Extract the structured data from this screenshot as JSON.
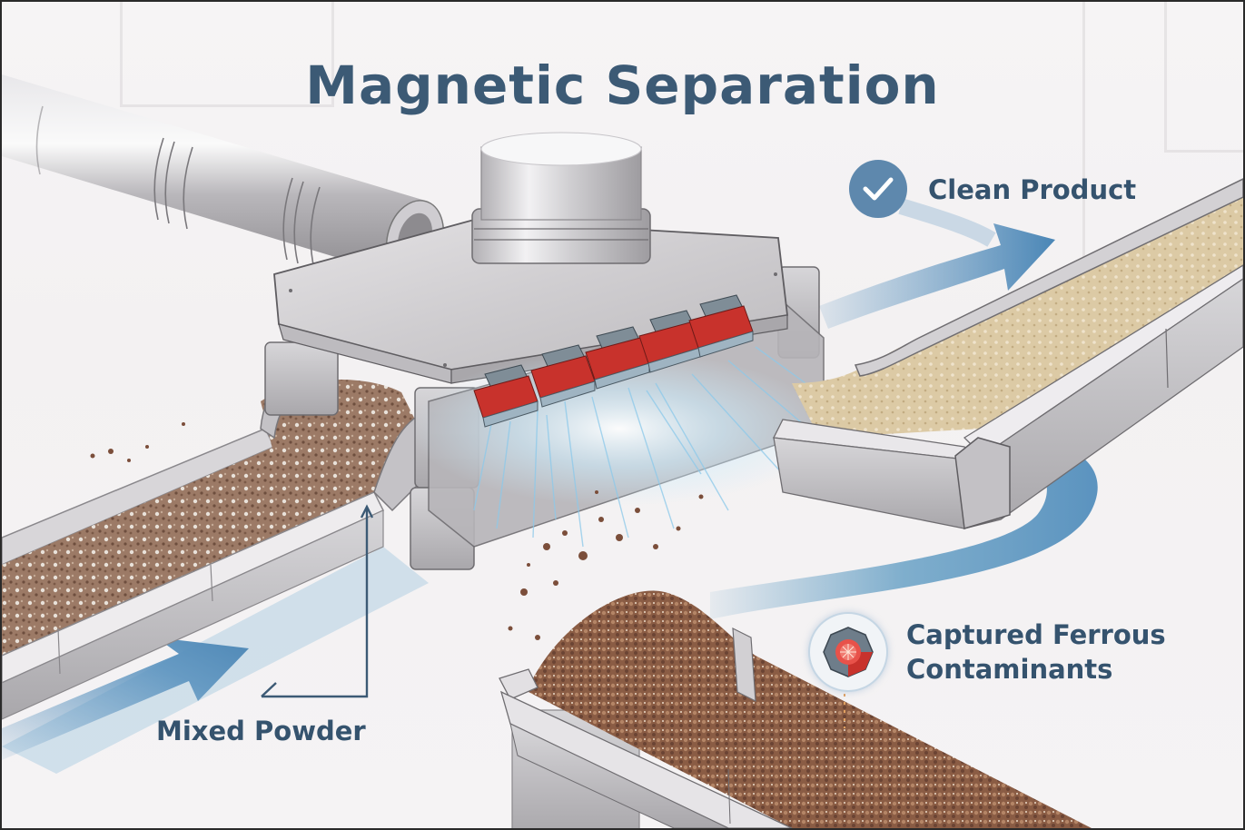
{
  "title": "Magnetic Separation",
  "labels": {
    "clean_product": "Clean Product",
    "mixed_powder": "Mixed Powder",
    "captured_ferrous_line1": "Captured Ferrous",
    "captured_ferrous_line2": "Contaminants"
  },
  "icons": {
    "clean_product": "checkmark-circle-icon",
    "captured_ferrous": "magnet-ring-icon"
  },
  "components": {
    "inlet_pipe": "stainless-steel-pipe",
    "separator_housing": "magnetic-separator-housing",
    "magnets_count": 5,
    "left_trough": "mixed-powder-trough",
    "right_chute": "clean-product-chute",
    "bottom_trough": "ferrous-contaminant-trough"
  },
  "colors": {
    "title_text": "#3c5a75",
    "label_text": "#35536e",
    "flow_arrow": "#5b93bf",
    "magnet_red": "#c8322c",
    "steel": "#c9c8cc",
    "mixed_powder": "#9a7560",
    "clean_powder": "#dcc9a4",
    "ferrous_particles": "#8a5a42",
    "background": "#f4f2f3"
  }
}
